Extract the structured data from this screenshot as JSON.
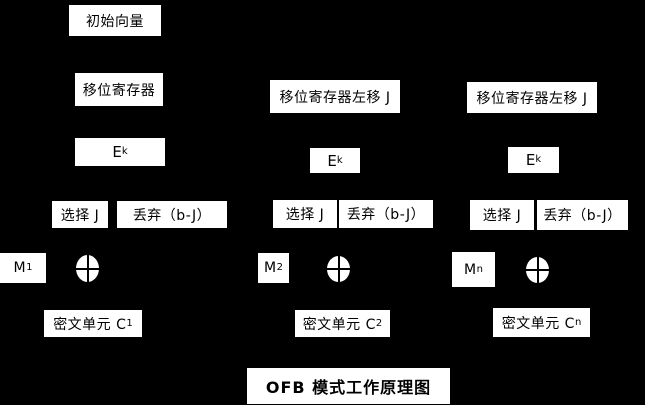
{
  "diagram": {
    "title": "OFB 模式工作原理图",
    "colors": {
      "background": "#000000",
      "box_fill": "#ffffff",
      "box_text": "#000000"
    },
    "icons": {
      "xor_symbol": "⊕"
    },
    "columns": [
      {
        "init_vector": "初始向量",
        "shift_register": "移位寄存器",
        "cipher_base": "E",
        "cipher_sub": "k",
        "select": "选择 J",
        "discard": "丢弃（b-J）",
        "message_base": "M",
        "message_sub": "1",
        "cipher_unit_base": "密文单元 C",
        "cipher_unit_sub": "1"
      },
      {
        "shift_register": "移位寄存器左移 J",
        "cipher_base": "E",
        "cipher_sub": "k",
        "select": "选择 J",
        "discard": "丢弃（b-J）",
        "message_base": "M",
        "message_sub": "2",
        "cipher_unit_base": "密文单元 C",
        "cipher_unit_sub": "2"
      },
      {
        "shift_register": "移位寄存器左移 J",
        "cipher_base": "E",
        "cipher_sub": "k",
        "select": "选择 J",
        "discard": "丢弃（b-J）",
        "message_base": "M",
        "message_sub": "n",
        "cipher_unit_base": "密文单元 C",
        "cipher_unit_sub": "n"
      }
    ]
  }
}
